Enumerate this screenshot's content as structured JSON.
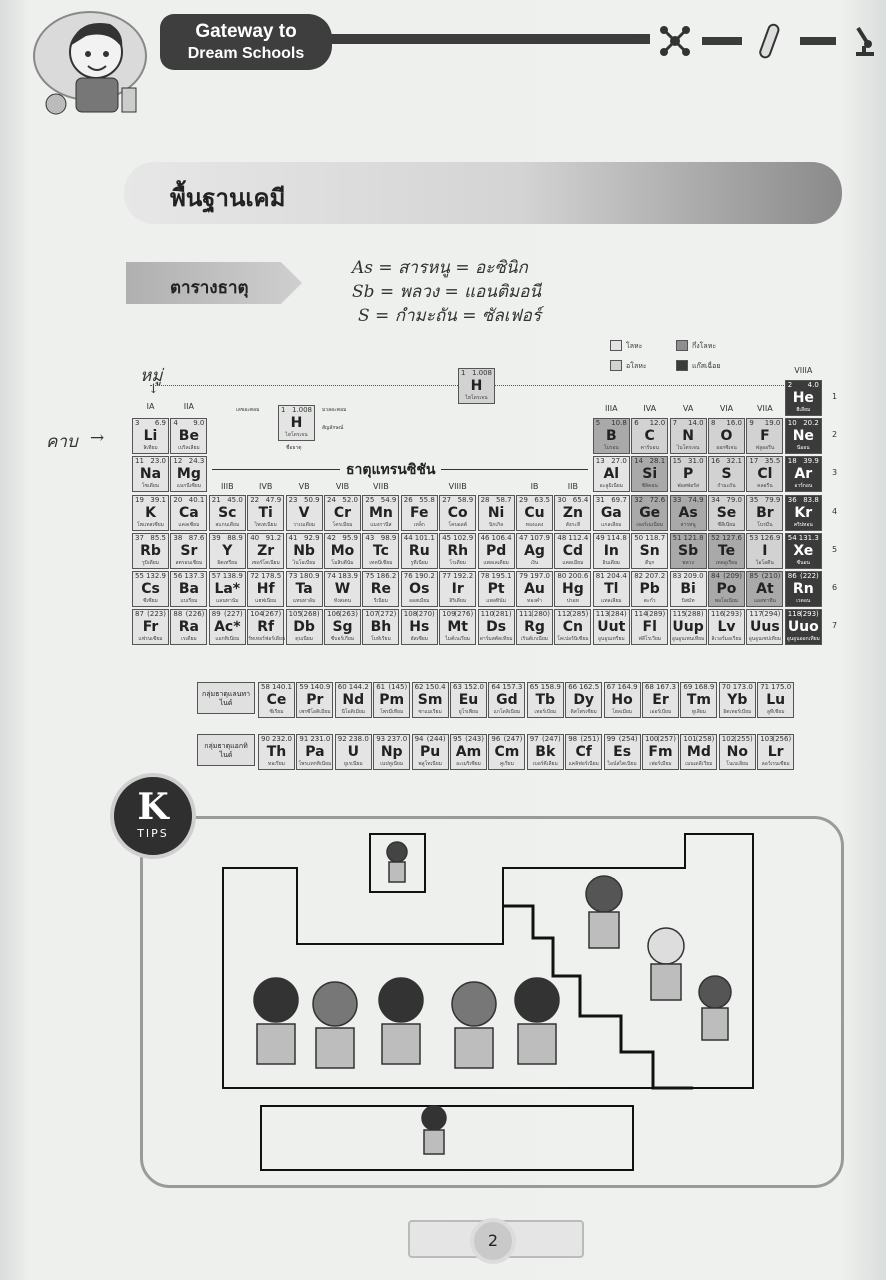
{
  "header": {
    "line1": "Gateway to",
    "line2": "Dream Schools"
  },
  "section": {
    "title": "พื้นฐานเคมี",
    "subtitle": "ตารางธาตุ"
  },
  "handwritten": {
    "note1": "As = สารหนู = อะซินิก",
    "note2": "Sb = พลวง = แอนติมอนี",
    "note3": "S = กำมะถัน = ซัลเฟอร์",
    "group": "หมู่",
    "period": "คาบ"
  },
  "legend": {
    "metal": "โลหะ",
    "metalloid": "กึ่งโลหะ",
    "nonmetal": "อโลหะ",
    "noble": "แก๊สเฉื่อย"
  },
  "transition_label": "ธาตุแทรนซิชัน",
  "groups_main": [
    "IA",
    "IIA",
    "IIIA",
    "IVA",
    "VA",
    "VIA",
    "VIIA",
    "VIIIA"
  ],
  "groups_transition": [
    "IIIB",
    "IVB",
    "VB",
    "VIB",
    "VIIB",
    "VIIIB",
    "IB",
    "IIB"
  ],
  "periods": [
    "1",
    "2",
    "3",
    "4",
    "5",
    "6",
    "7"
  ],
  "key_cell": {
    "num": "1",
    "mass": "1.008",
    "sym": "H",
    "nm": "ไฮโดรเจน",
    "lbl_num": "เลขอะตอม",
    "lbl_mass": "มวลอะตอม",
    "lbl_sym": "สัญลักษณ์",
    "lbl_name": "ชื่อธาตุ"
  },
  "elements": [
    {
      "n": "1",
      "m": "1.008",
      "s": "H",
      "t": "nonmetal",
      "r": 0,
      "c": 0,
      "nm": "ไฮโดรเจน"
    },
    {
      "n": "2",
      "m": "4.0",
      "s": "He",
      "t": "noble",
      "r": 0,
      "c": 17,
      "nm": "ฮีเลียม"
    },
    {
      "n": "3",
      "m": "6.9",
      "s": "Li",
      "t": "metal",
      "r": 1,
      "c": 0,
      "nm": "ลิเทียม"
    },
    {
      "n": "4",
      "m": "9.0",
      "s": "Be",
      "t": "metal",
      "r": 1,
      "c": 1,
      "nm": "เบริลเลียม"
    },
    {
      "n": "5",
      "m": "10.8",
      "s": "B",
      "t": "metalloid",
      "r": 1,
      "c": 12,
      "nm": "โบรอน"
    },
    {
      "n": "6",
      "m": "12.0",
      "s": "C",
      "t": "nonmetal",
      "r": 1,
      "c": 13,
      "nm": "คาร์บอน"
    },
    {
      "n": "7",
      "m": "14.0",
      "s": "N",
      "t": "nonmetal",
      "r": 1,
      "c": 14,
      "nm": "ไนโตรเจน"
    },
    {
      "n": "8",
      "m": "16.0",
      "s": "O",
      "t": "nonmetal",
      "r": 1,
      "c": 15,
      "nm": "ออกซิเจน"
    },
    {
      "n": "9",
      "m": "19.0",
      "s": "F",
      "t": "nonmetal",
      "r": 1,
      "c": 16,
      "nm": "ฟลูออรีน"
    },
    {
      "n": "10",
      "m": "20.2",
      "s": "Ne",
      "t": "noble",
      "r": 1,
      "c": 17,
      "nm": "นีออน"
    },
    {
      "n": "11",
      "m": "23.0",
      "s": "Na",
      "t": "metal",
      "r": 2,
      "c": 0,
      "nm": "โซเดียม"
    },
    {
      "n": "12",
      "m": "24.3",
      "s": "Mg",
      "t": "metal",
      "r": 2,
      "c": 1,
      "nm": "แมกนีเซียม"
    },
    {
      "n": "13",
      "m": "27.0",
      "s": "Al",
      "t": "metal",
      "r": 2,
      "c": 12,
      "nm": "อะลูมิเนียม"
    },
    {
      "n": "14",
      "m": "28.1",
      "s": "Si",
      "t": "metalloid",
      "r": 2,
      "c": 13,
      "nm": "ซิลิคอน"
    },
    {
      "n": "15",
      "m": "31.0",
      "s": "P",
      "t": "nonmetal",
      "r": 2,
      "c": 14,
      "nm": "ฟอสฟอรัส"
    },
    {
      "n": "16",
      "m": "32.1",
      "s": "S",
      "t": "nonmetal",
      "r": 2,
      "c": 15,
      "nm": "กำมะถัน"
    },
    {
      "n": "17",
      "m": "35.5",
      "s": "Cl",
      "t": "nonmetal",
      "r": 2,
      "c": 16,
      "nm": "คลอรีน"
    },
    {
      "n": "18",
      "m": "39.9",
      "s": "Ar",
      "t": "noble",
      "r": 2,
      "c": 17,
      "nm": "อาร์กอน"
    },
    {
      "n": "19",
      "m": "39.1",
      "s": "K",
      "t": "metal",
      "r": 3,
      "c": 0,
      "nm": "โพแทสเซียม"
    },
    {
      "n": "20",
      "m": "40.1",
      "s": "Ca",
      "t": "metal",
      "r": 3,
      "c": 1,
      "nm": "แคลเซียม"
    },
    {
      "n": "21",
      "m": "45.0",
      "s": "Sc",
      "t": "metal",
      "r": 3,
      "c": 2,
      "nm": "สแกนเดียม"
    },
    {
      "n": "22",
      "m": "47.9",
      "s": "Ti",
      "t": "metal",
      "r": 3,
      "c": 3,
      "nm": "ไทเทเนียม"
    },
    {
      "n": "23",
      "m": "50.9",
      "s": "V",
      "t": "metal",
      "r": 3,
      "c": 4,
      "nm": "วาเนเดียม"
    },
    {
      "n": "24",
      "m": "52.0",
      "s": "Cr",
      "t": "metal",
      "r": 3,
      "c": 5,
      "nm": "โครเมียม"
    },
    {
      "n": "25",
      "m": "54.9",
      "s": "Mn",
      "t": "metal",
      "r": 3,
      "c": 6,
      "nm": "แมงกานีส"
    },
    {
      "n": "26",
      "m": "55.8",
      "s": "Fe",
      "t": "metal",
      "r": 3,
      "c": 7,
      "nm": "เหล็ก"
    },
    {
      "n": "27",
      "m": "58.9",
      "s": "Co",
      "t": "metal",
      "r": 3,
      "c": 8,
      "nm": "โคบอลต์"
    },
    {
      "n": "28",
      "m": "58.7",
      "s": "Ni",
      "t": "metal",
      "r": 3,
      "c": 9,
      "nm": "นิกเกิล"
    },
    {
      "n": "29",
      "m": "63.5",
      "s": "Cu",
      "t": "metal",
      "r": 3,
      "c": 10,
      "nm": "ทองแดง"
    },
    {
      "n": "30",
      "m": "65.4",
      "s": "Zn",
      "t": "metal",
      "r": 3,
      "c": 11,
      "nm": "สังกะสี"
    },
    {
      "n": "31",
      "m": "69.7",
      "s": "Ga",
      "t": "metal",
      "r": 3,
      "c": 12,
      "nm": "แกลเลียม"
    },
    {
      "n": "32",
      "m": "72.6",
      "s": "Ge",
      "t": "metalloid",
      "r": 3,
      "c": 13,
      "nm": "เจอร์เมเนียม"
    },
    {
      "n": "33",
      "m": "74.9",
      "s": "As",
      "t": "metalloid",
      "r": 3,
      "c": 14,
      "nm": "สารหนู"
    },
    {
      "n": "34",
      "m": "79.0",
      "s": "Se",
      "t": "nonmetal",
      "r": 3,
      "c": 15,
      "nm": "ซีลีเนียม"
    },
    {
      "n": "35",
      "m": "79.9",
      "s": "Br",
      "t": "nonmetal",
      "r": 3,
      "c": 16,
      "nm": "โบรมีน"
    },
    {
      "n": "36",
      "m": "83.8",
      "s": "Kr",
      "t": "noble",
      "r": 3,
      "c": 17,
      "nm": "คริปทอน"
    },
    {
      "n": "37",
      "m": "85.5",
      "s": "Rb",
      "t": "metal",
      "r": 4,
      "c": 0,
      "nm": "รูบิเดียม"
    },
    {
      "n": "38",
      "m": "87.6",
      "s": "Sr",
      "t": "metal",
      "r": 4,
      "c": 1,
      "nm": "สตรอนเชียม"
    },
    {
      "n": "39",
      "m": "88.9",
      "s": "Y",
      "t": "metal",
      "r": 4,
      "c": 2,
      "nm": "อิตเทรียม"
    },
    {
      "n": "40",
      "m": "91.2",
      "s": "Zr",
      "t": "metal",
      "r": 4,
      "c": 3,
      "nm": "เซอร์โคเนียม"
    },
    {
      "n": "41",
      "m": "92.9",
      "s": "Nb",
      "t": "metal",
      "r": 4,
      "c": 4,
      "nm": "ไนโอเบียม"
    },
    {
      "n": "42",
      "m": "95.9",
      "s": "Mo",
      "t": "metal",
      "r": 4,
      "c": 5,
      "nm": "โมลิบดีนัม"
    },
    {
      "n": "43",
      "m": "98.9",
      "s": "Tc",
      "t": "metal",
      "r": 4,
      "c": 6,
      "nm": "เทคนีเชียม"
    },
    {
      "n": "44",
      "m": "101.1",
      "s": "Ru",
      "t": "metal",
      "r": 4,
      "c": 7,
      "nm": "รูทีเนียม"
    },
    {
      "n": "45",
      "m": "102.9",
      "s": "Rh",
      "t": "metal",
      "r": 4,
      "c": 8,
      "nm": "โรเดียม"
    },
    {
      "n": "46",
      "m": "106.4",
      "s": "Pd",
      "t": "metal",
      "r": 4,
      "c": 9,
      "nm": "แพลเลเดียม"
    },
    {
      "n": "47",
      "m": "107.9",
      "s": "Ag",
      "t": "metal",
      "r": 4,
      "c": 10,
      "nm": "เงิน"
    },
    {
      "n": "48",
      "m": "112.4",
      "s": "Cd",
      "t": "metal",
      "r": 4,
      "c": 11,
      "nm": "แคดเมียม"
    },
    {
      "n": "49",
      "m": "114.8",
      "s": "In",
      "t": "metal",
      "r": 4,
      "c": 12,
      "nm": "อินเดียม"
    },
    {
      "n": "50",
      "m": "118.7",
      "s": "Sn",
      "t": "metal",
      "r": 4,
      "c": 13,
      "nm": "ดีบุก"
    },
    {
      "n": "51",
      "m": "121.8",
      "s": "Sb",
      "t": "metalloid",
      "r": 4,
      "c": 14,
      "nm": "พลวง"
    },
    {
      "n": "52",
      "m": "127.6",
      "s": "Te",
      "t": "metalloid",
      "r": 4,
      "c": 15,
      "nm": "เทลลูเรียม"
    },
    {
      "n": "53",
      "m": "126.9",
      "s": "I",
      "t": "nonmetal",
      "r": 4,
      "c": 16,
      "nm": "ไอโอดีน"
    },
    {
      "n": "54",
      "m": "131.3",
      "s": "Xe",
      "t": "noble",
      "r": 4,
      "c": 17,
      "nm": "ซีนอน"
    },
    {
      "n": "55",
      "m": "132.9",
      "s": "Cs",
      "t": "metal",
      "r": 5,
      "c": 0,
      "nm": "ซีเซียม"
    },
    {
      "n": "56",
      "m": "137.3",
      "s": "Ba",
      "t": "metal",
      "r": 5,
      "c": 1,
      "nm": "แบเรียม"
    },
    {
      "n": "57",
      "m": "138.9",
      "s": "La*",
      "t": "metal",
      "r": 5,
      "c": 2,
      "nm": "แลนทานัม"
    },
    {
      "n": "72",
      "m": "178.5",
      "s": "Hf",
      "t": "metal",
      "r": 5,
      "c": 3,
      "nm": "แฮฟเนียม"
    },
    {
      "n": "73",
      "m": "180.9",
      "s": "Ta",
      "t": "metal",
      "r": 5,
      "c": 4,
      "nm": "แทนทาลัม"
    },
    {
      "n": "74",
      "m": "183.9",
      "s": "W",
      "t": "metal",
      "r": 5,
      "c": 5,
      "nm": "ทังสเตน"
    },
    {
      "n": "75",
      "m": "186.2",
      "s": "Re",
      "t": "metal",
      "r": 5,
      "c": 6,
      "nm": "รีเนียม"
    },
    {
      "n": "76",
      "m": "190.2",
      "s": "Os",
      "t": "metal",
      "r": 5,
      "c": 7,
      "nm": "ออสเมียม"
    },
    {
      "n": "77",
      "m": "192.2",
      "s": "Ir",
      "t": "metal",
      "r": 5,
      "c": 8,
      "nm": "อิริเดียม"
    },
    {
      "n": "78",
      "m": "195.1",
      "s": "Pt",
      "t": "metal",
      "r": 5,
      "c": 9,
      "nm": "แพลทินัม"
    },
    {
      "n": "79",
      "m": "197.0",
      "s": "Au",
      "t": "metal",
      "r": 5,
      "c": 10,
      "nm": "ทองคำ"
    },
    {
      "n": "80",
      "m": "200.6",
      "s": "Hg",
      "t": "metal",
      "r": 5,
      "c": 11,
      "nm": "ปรอท"
    },
    {
      "n": "81",
      "m": "204.4",
      "s": "Tl",
      "t": "metal",
      "r": 5,
      "c": 12,
      "nm": "แทลเลียม"
    },
    {
      "n": "82",
      "m": "207.2",
      "s": "Pb",
      "t": "metal",
      "r": 5,
      "c": 13,
      "nm": "ตะกั่ว"
    },
    {
      "n": "83",
      "m": "209.0",
      "s": "Bi",
      "t": "metal",
      "r": 5,
      "c": 14,
      "nm": "บิสมัท"
    },
    {
      "n": "84",
      "m": "(209)",
      "s": "Po",
      "t": "metalloid",
      "r": 5,
      "c": 15,
      "nm": "พอโลเนียม"
    },
    {
      "n": "85",
      "m": "(210)",
      "s": "At",
      "t": "metalloid",
      "r": 5,
      "c": 16,
      "nm": "แอสทาทีน"
    },
    {
      "n": "86",
      "m": "(222)",
      "s": "Rn",
      "t": "noble",
      "r": 5,
      "c": 17,
      "nm": "เรดอน"
    },
    {
      "n": "87",
      "m": "(223)",
      "s": "Fr",
      "t": "metal",
      "r": 6,
      "c": 0,
      "nm": "แฟรนเซียม"
    },
    {
      "n": "88",
      "m": "(226)",
      "s": "Ra",
      "t": "metal",
      "r": 6,
      "c": 1,
      "nm": "เรเดียม"
    },
    {
      "n": "89",
      "m": "(227)",
      "s": "Ac*",
      "t": "metal",
      "r": 6,
      "c": 2,
      "nm": "แอกทิเนียม"
    },
    {
      "n": "104",
      "m": "(267)",
      "s": "Rf",
      "t": "metal",
      "r": 6,
      "c": 3,
      "nm": "รัทเทอร์ฟอร์เดียม"
    },
    {
      "n": "105",
      "m": "(268)",
      "s": "Db",
      "t": "metal",
      "r": 6,
      "c": 4,
      "nm": "ดุบเนียม"
    },
    {
      "n": "106",
      "m": "(263)",
      "s": "Sg",
      "t": "metal",
      "r": 6,
      "c": 5,
      "nm": "ซีบอร์เกียม"
    },
    {
      "n": "107",
      "m": "(272)",
      "s": "Bh",
      "t": "metal",
      "r": 6,
      "c": 6,
      "nm": "โบห์เรียม"
    },
    {
      "n": "108",
      "m": "(270)",
      "s": "Hs",
      "t": "metal",
      "r": 6,
      "c": 7,
      "nm": "ฮัสเซียม"
    },
    {
      "n": "109",
      "m": "(276)",
      "s": "Mt",
      "t": "metal",
      "r": 6,
      "c": 8,
      "nm": "ไมต์เนเรียม"
    },
    {
      "n": "110",
      "m": "(281)",
      "s": "Ds",
      "t": "metal",
      "r": 6,
      "c": 9,
      "nm": "ดาร์มสตัดเทียม"
    },
    {
      "n": "111",
      "m": "(280)",
      "s": "Rg",
      "t": "metal",
      "r": 6,
      "c": 10,
      "nm": "เรินต์เกเนียม"
    },
    {
      "n": "112",
      "m": "(285)",
      "s": "Cn",
      "t": "metal",
      "r": 6,
      "c": 11,
      "nm": "โคเปอร์นิเซียม"
    },
    {
      "n": "113",
      "m": "(284)",
      "s": "Uut",
      "t": "metal",
      "r": 6,
      "c": 12,
      "nm": "อูนอูนเทรียม"
    },
    {
      "n": "114",
      "m": "(289)",
      "s": "Fl",
      "t": "metal",
      "r": 6,
      "c": 13,
      "nm": "ฟลีโรเวียม"
    },
    {
      "n": "115",
      "m": "(288)",
      "s": "Uup",
      "t": "metal",
      "r": 6,
      "c": 14,
      "nm": "อูนอูนเพนเทียม"
    },
    {
      "n": "116",
      "m": "(293)",
      "s": "Lv",
      "t": "metal",
      "r": 6,
      "c": 15,
      "nm": "ลิเวอร์มอเรียม"
    },
    {
      "n": "117",
      "m": "(294)",
      "s": "Uus",
      "t": "metal",
      "r": 6,
      "c": 16,
      "nm": "อูนอูนเซปเทียม"
    },
    {
      "n": "118",
      "m": "(293)",
      "s": "Uuo",
      "t": "noble",
      "r": 6,
      "c": 17,
      "nm": "อูนอูนออกเทียม"
    }
  ],
  "lanthanide_label": "กลุ่มธาตุแลนทาไนด์",
  "actinide_label": "กลุ่มธาตุแอกทิไนด์",
  "lanthanides": [
    {
      "n": "58",
      "m": "140.1",
      "s": "Ce",
      "nm": "ซีเรียม"
    },
    {
      "n": "59",
      "m": "140.9",
      "s": "Pr",
      "nm": "เพรซีโอดิเมียม"
    },
    {
      "n": "60",
      "m": "144.2",
      "s": "Nd",
      "nm": "นีโอดิเมียม"
    },
    {
      "n": "61",
      "m": "(145)",
      "s": "Pm",
      "nm": "โพรมีเทียม"
    },
    {
      "n": "62",
      "m": "150.4",
      "s": "Sm",
      "nm": "ซาแมเรียม"
    },
    {
      "n": "63",
      "m": "152.0",
      "s": "Eu",
      "nm": "ยูโรเพียม"
    },
    {
      "n": "64",
      "m": "157.3",
      "s": "Gd",
      "nm": "แกโดลิเนียม"
    },
    {
      "n": "65",
      "m": "158.9",
      "s": "Tb",
      "nm": "เทอร์เบียม"
    },
    {
      "n": "66",
      "m": "162.5",
      "s": "Dy",
      "nm": "ดิสโพรเซียม"
    },
    {
      "n": "67",
      "m": "164.9",
      "s": "Ho",
      "nm": "โฮลเมียม"
    },
    {
      "n": "68",
      "m": "167.3",
      "s": "Er",
      "nm": "เออร์เบียม"
    },
    {
      "n": "69",
      "m": "168.9",
      "s": "Tm",
      "nm": "ทูเลียม"
    },
    {
      "n": "70",
      "m": "173.0",
      "s": "Yb",
      "nm": "อิตเทอร์เบียม"
    },
    {
      "n": "71",
      "m": "175.0",
      "s": "Lu",
      "nm": "ลูทีเชียม"
    }
  ],
  "actinides": [
    {
      "n": "90",
      "m": "232.0",
      "s": "Th",
      "nm": "ทอเรียม"
    },
    {
      "n": "91",
      "m": "231.0",
      "s": "Pa",
      "nm": "โพรแทกทิเนียม"
    },
    {
      "n": "92",
      "m": "238.0",
      "s": "U",
      "nm": "ยูเรเนียม"
    },
    {
      "n": "93",
      "m": "237.0",
      "s": "Np",
      "nm": "เนปทูเนียม"
    },
    {
      "n": "94",
      "m": "(244)",
      "s": "Pu",
      "nm": "พลูโทเนียม"
    },
    {
      "n": "95",
      "m": "(243)",
      "s": "Am",
      "nm": "อะเมริเซียม"
    },
    {
      "n": "96",
      "m": "(247)",
      "s": "Cm",
      "nm": "คูเรียม"
    },
    {
      "n": "97",
      "m": "(247)",
      "s": "Bk",
      "nm": "เบอร์คีเลียม"
    },
    {
      "n": "98",
      "m": "(251)",
      "s": "Cf",
      "nm": "แคลิฟอร์เนียม"
    },
    {
      "n": "99",
      "m": "(254)",
      "s": "Es",
      "nm": "ไอน์สไตเนียม"
    },
    {
      "n": "100",
      "m": "(257)",
      "s": "Fm",
      "nm": "เฟอร์เมียม"
    },
    {
      "n": "101",
      "m": "(258)",
      "s": "Md",
      "nm": "เมนเดลีเวียม"
    },
    {
      "n": "102",
      "m": "(255)",
      "s": "No",
      "nm": "โนเบเลียม"
    },
    {
      "n": "103",
      "m": "(256)",
      "s": "Lr",
      "nm": "ลอว์เรนเซียม"
    }
  ],
  "tips": {
    "k": "K",
    "label": "TIPS"
  },
  "page_number": "2"
}
